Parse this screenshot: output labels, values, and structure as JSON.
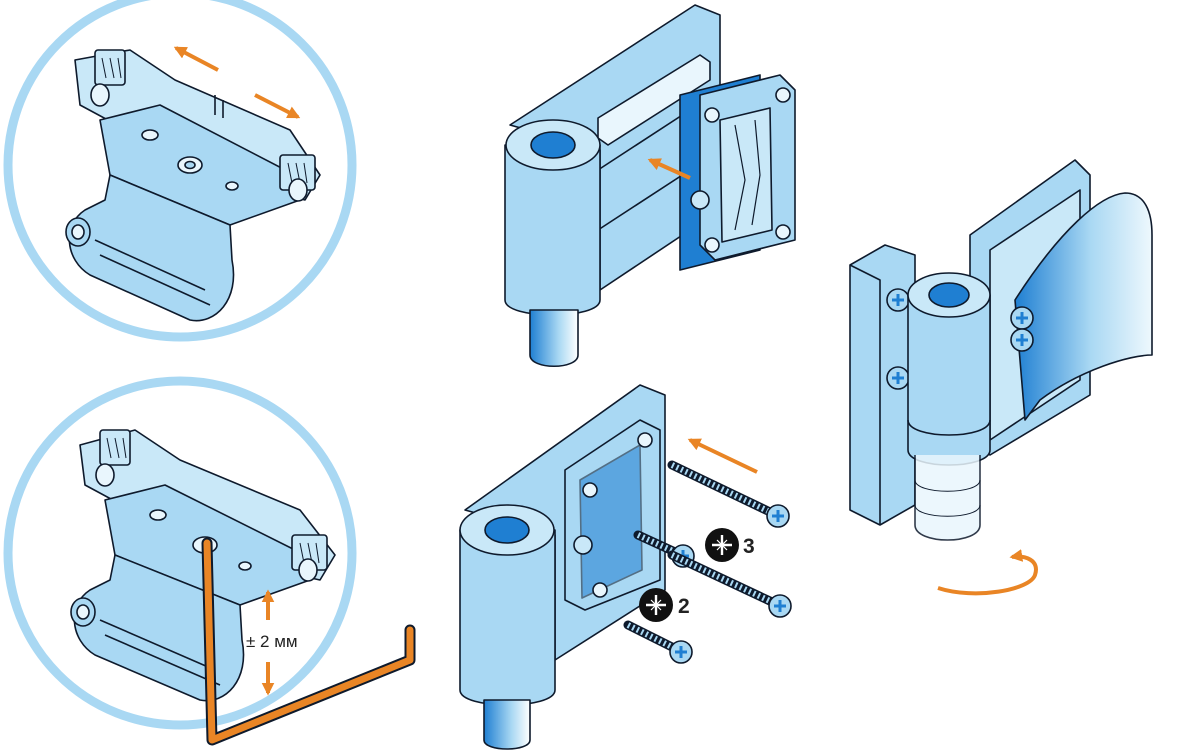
{
  "labels": {
    "adjustment": "± 2 мм",
    "screw_size_3": "3",
    "screw_size_2": "2"
  },
  "colors": {
    "part_fill": "#a9d8f3",
    "part_fill_light": "#c9e8f8",
    "part_stroke": "#0e1a2c",
    "accent_blue": "#1f7fd2",
    "arrow": "#e98525",
    "circle_frame": "#a9d8f3",
    "badge": "#111111"
  },
  "icons": [
    "phillips-cross-icon",
    "hex-key-icon",
    "rotation-arrow-icon",
    "direction-arrow-icon",
    "screw-icon"
  ]
}
